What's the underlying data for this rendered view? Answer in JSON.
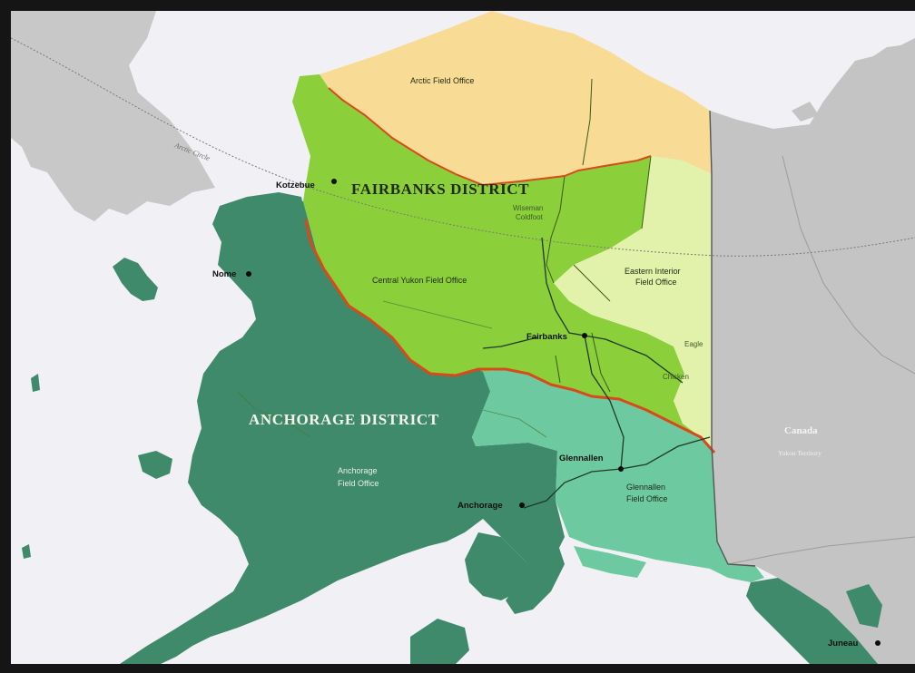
{
  "districts": {
    "fairbanks": "FAIRBANKS DISTRICT",
    "anchorage": "ANCHORAGE DISTRICT"
  },
  "field_offices": {
    "arctic": "Arctic Field Office",
    "central_yukon": "Central Yukon Field Office",
    "eastern_interior_line1": "Eastern Interior",
    "eastern_interior_line2": "Field Office",
    "anchorage_line1": "Anchorage",
    "anchorage_line2": "Field Office",
    "glennallen_line1": "Glennallen",
    "glennallen_line2": "Field Office"
  },
  "cities": {
    "kotzebue": "Kotzebue",
    "nome": "Nome",
    "fairbanks": "Fairbanks",
    "glennallen": "Glennallen",
    "anchorage": "Anchorage",
    "juneau": "Juneau",
    "coldfoot_line1": "Wiseman",
    "coldfoot_line2": "Coldfoot",
    "eagle": "Eagle",
    "chicken": "Chicken"
  },
  "region_labels": {
    "canada": "Canada",
    "yukon": "Yukon Territory",
    "arctic_circle": "Arctic Circle"
  },
  "colors": {
    "ocean": "#f1f0f5",
    "foreign_land": "#c8c8c8",
    "arctic": "#f8dc95",
    "central_yukon": "#8bcf3a",
    "eastern_interior": "#e2f2ab",
    "anchorage": "#3f8a6a",
    "glennallen": "#6dcaa0",
    "district_boundary": "#d94a1a"
  }
}
